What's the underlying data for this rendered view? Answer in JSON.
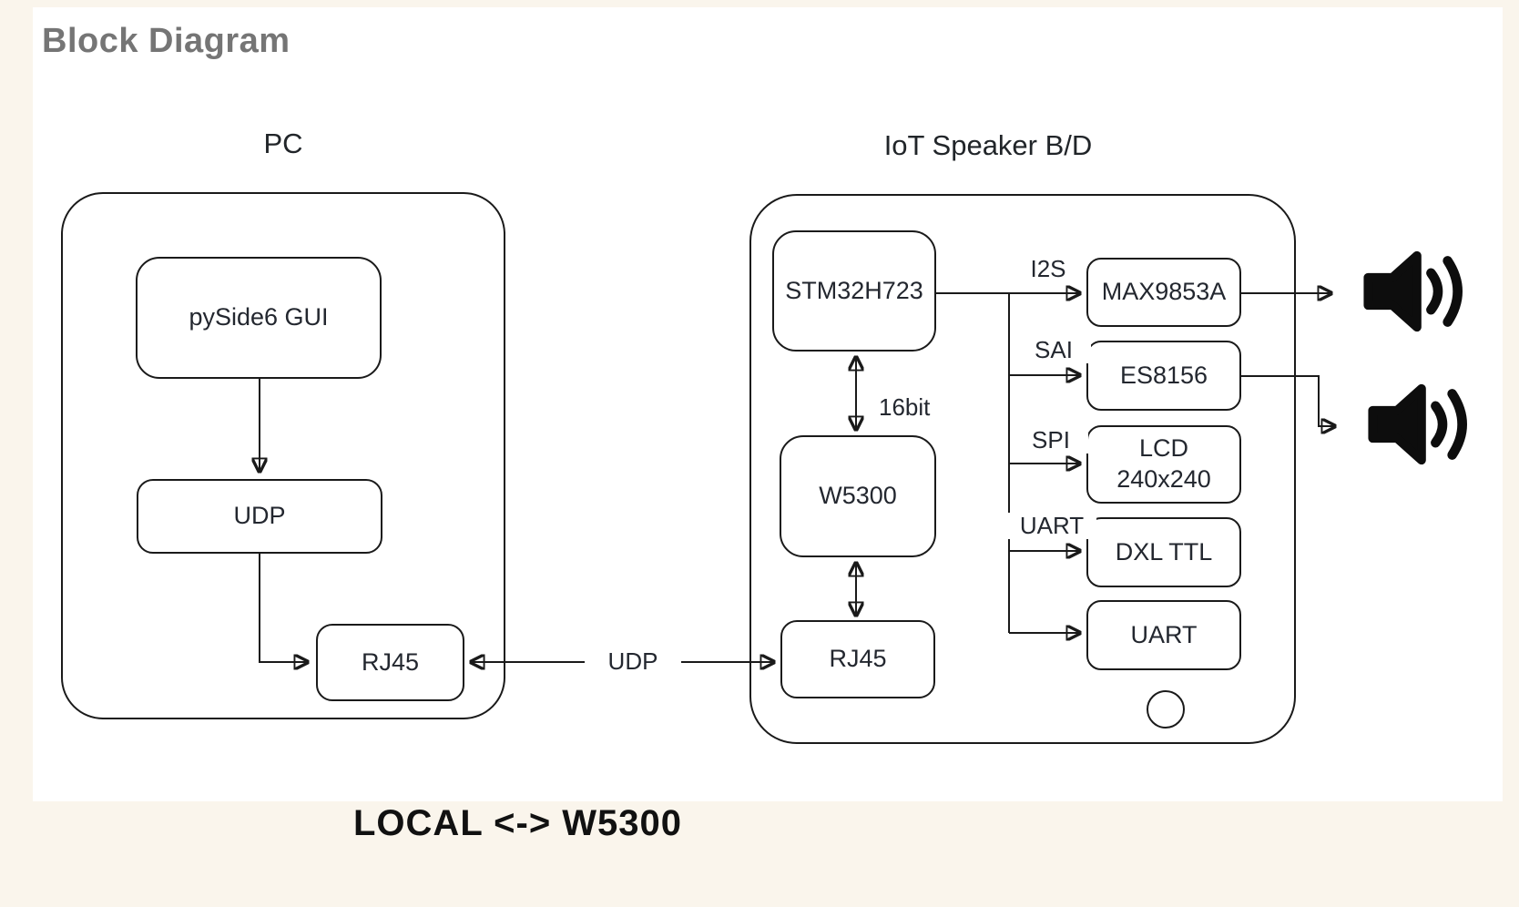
{
  "page": {
    "title": "Block Diagram",
    "caption": "LOCAL <-> W5300"
  },
  "pc": {
    "title": "PC",
    "nodes": {
      "gui": "pySide6 GUI",
      "udp": "UDP",
      "rj45": "RJ45"
    }
  },
  "iot": {
    "title": "IoT Speaker B/D",
    "nodes": {
      "mcu": "STM32H723",
      "w5300": "W5300",
      "rj45": "RJ45",
      "audio_amp": "MAX9853A",
      "audio_dac": "ES8156",
      "lcd_line1": "LCD",
      "lcd_line2": "240x240",
      "dxl": "DXL TTL",
      "uart": "UART"
    }
  },
  "links": {
    "udp": "UDP",
    "bus16": "16bit",
    "i2s": "I2S",
    "sai": "SAI",
    "spi": "SPI",
    "uart": "UART"
  },
  "icons": {
    "speaker_top": "speaker-icon",
    "speaker_bottom": "speaker-icon"
  },
  "colors": {
    "background": "#faf5ec",
    "panel": "#ffffff",
    "line": "#1a1a1a",
    "title_gray": "#757575",
    "text": "#23272f"
  }
}
